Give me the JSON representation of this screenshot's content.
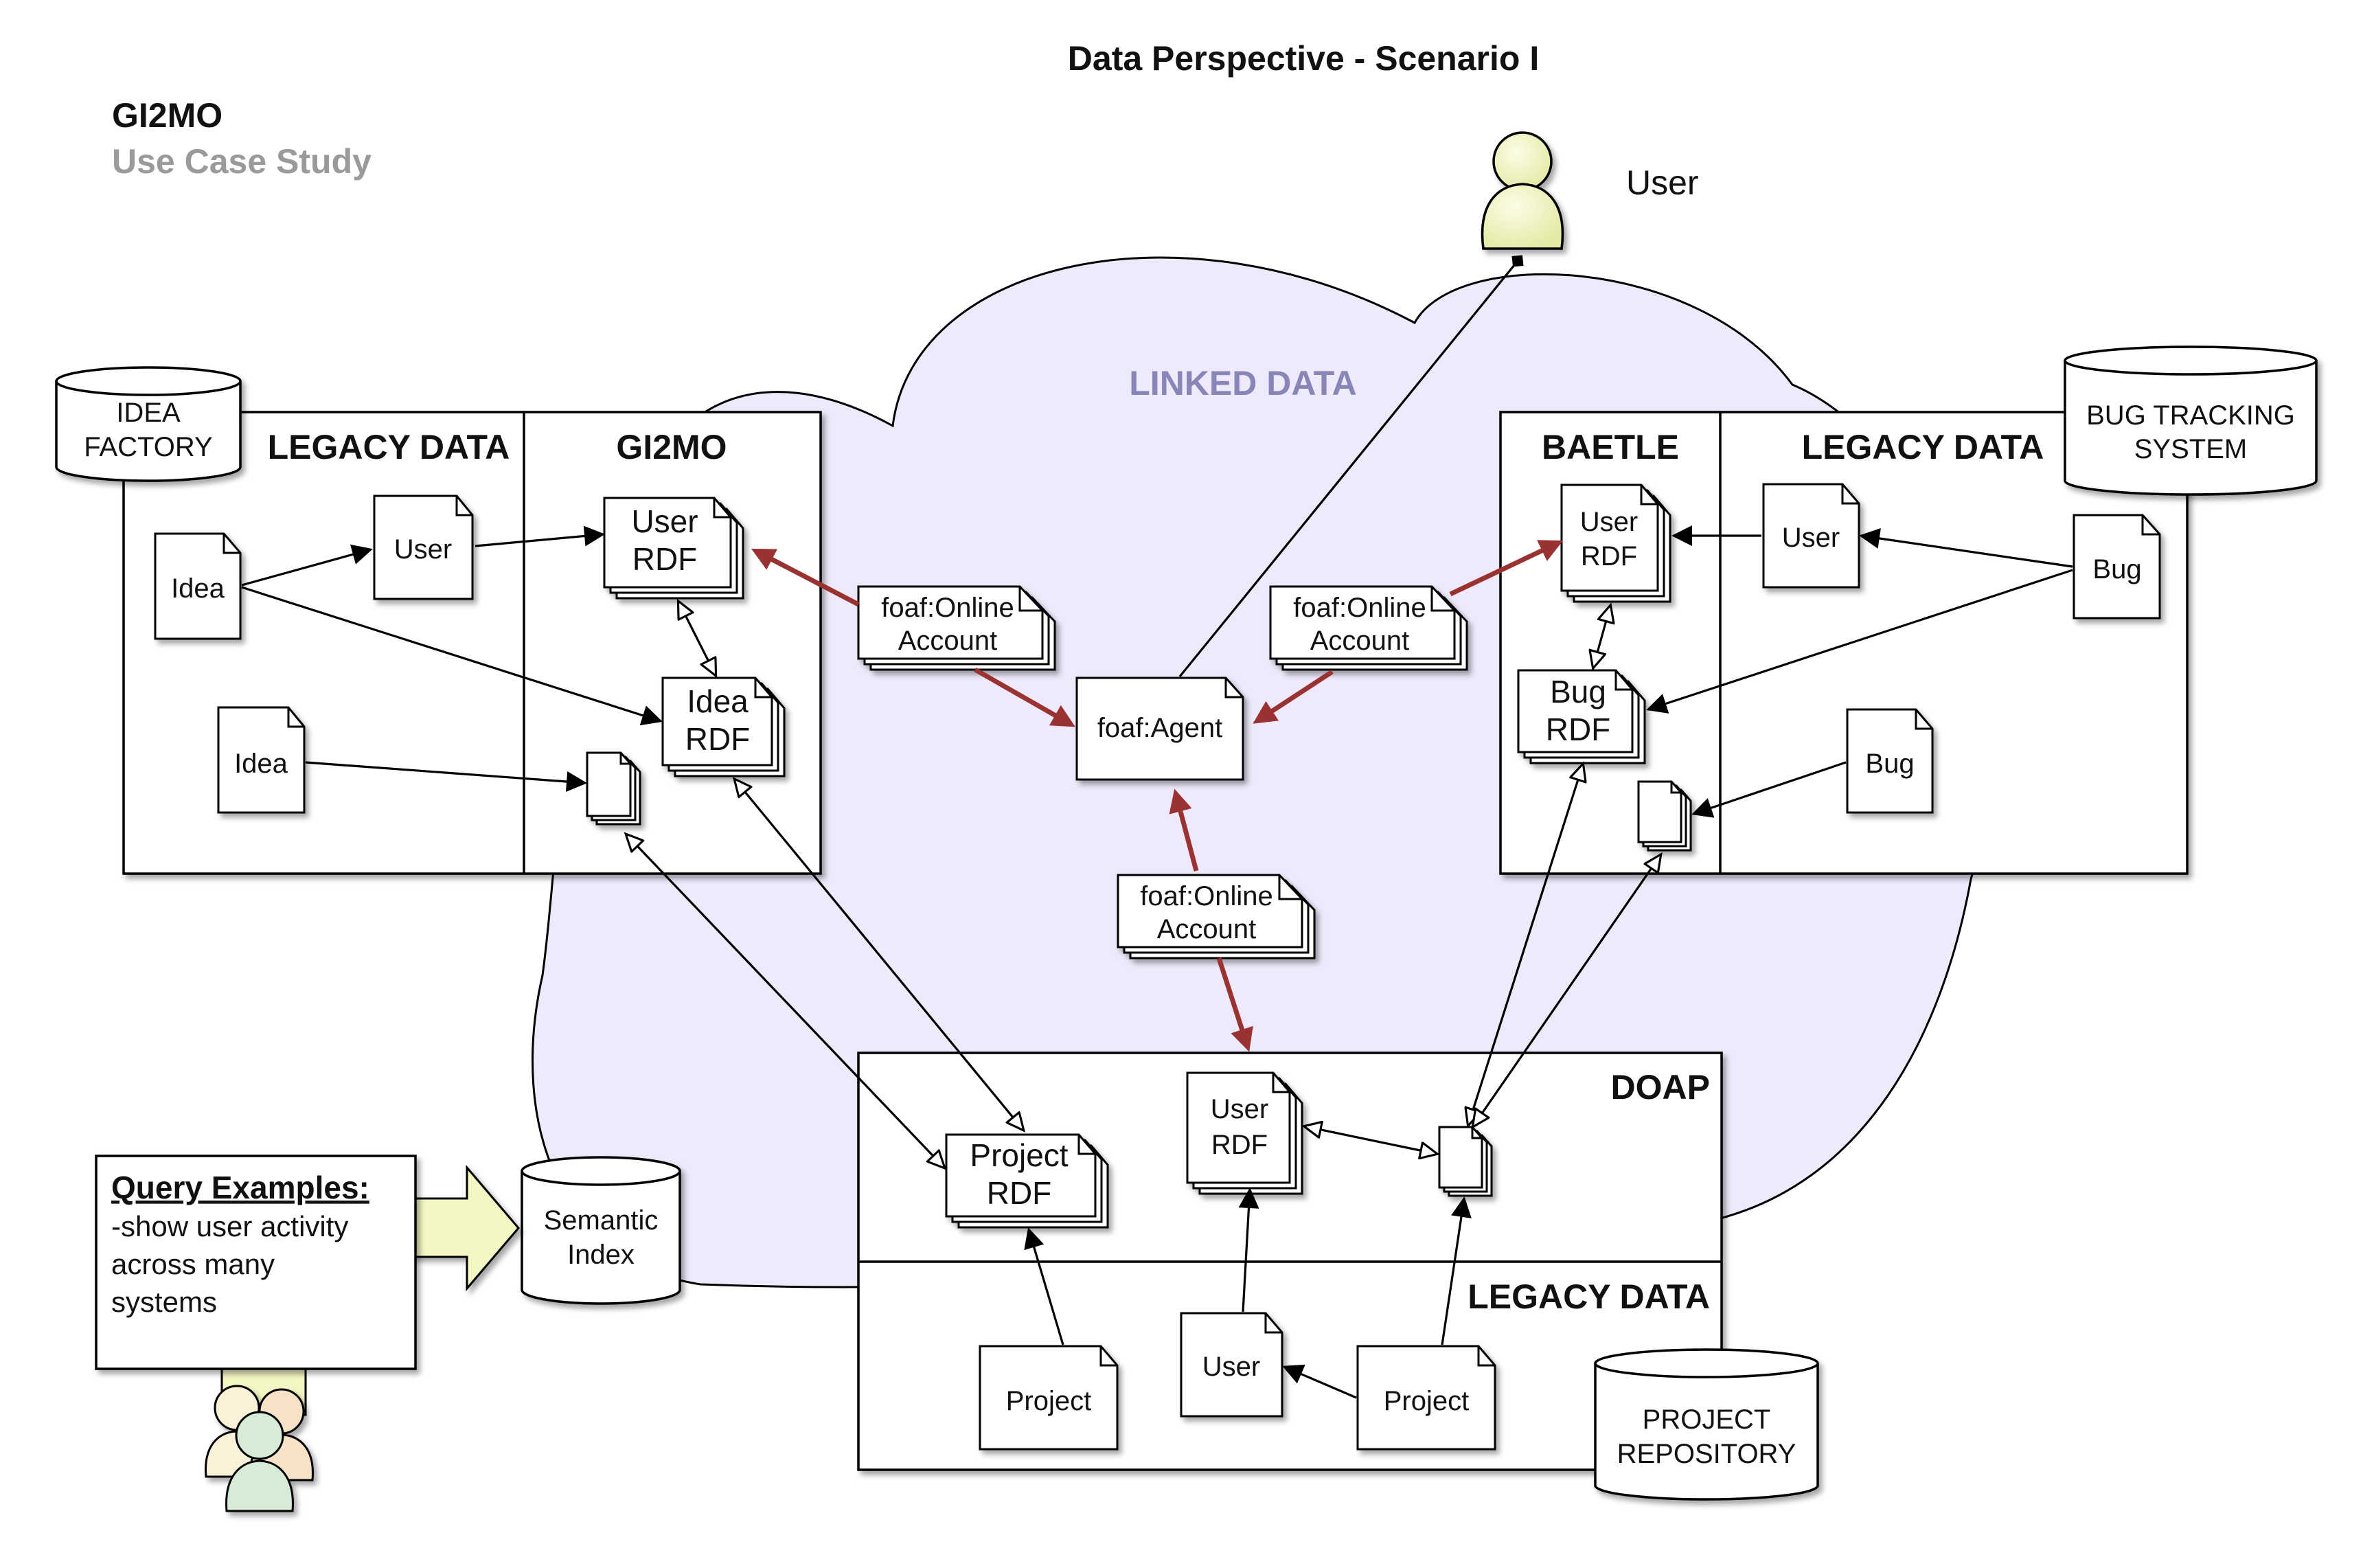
{
  "title": "Data Perspective - Scenario I",
  "project": {
    "name": "GI2MO",
    "subtitle": "Use Case Study"
  },
  "cloud_label": "LINKED DATA",
  "user_label": "User",
  "left_panel": {
    "legacy_title": "LEGACY DATA",
    "gi2mo_title": "GI2MO",
    "db_label": [
      "IDEA",
      "FACTORY"
    ],
    "docs": {
      "idea1": "Idea",
      "idea2": "Idea",
      "user": "User"
    },
    "rdf": {
      "user": [
        "User",
        "RDF"
      ],
      "idea": [
        "Idea",
        "RDF"
      ]
    }
  },
  "right_panel": {
    "baetle_title": "BAETLE",
    "legacy_title": "LEGACY DATA",
    "db_label": [
      "BUG TRACKING",
      "SYSTEM"
    ],
    "docs": {
      "user": "User",
      "bug1": "Bug",
      "bug2": "Bug"
    },
    "rdf": {
      "user": [
        "User",
        "RDF"
      ],
      "bug": [
        "Bug",
        "RDF"
      ]
    }
  },
  "center": {
    "agent": "foaf:Agent",
    "online_account": [
      "foaf:Online",
      "Account"
    ]
  },
  "bottom_panel": {
    "doap_title": "DOAP",
    "legacy_title": "LEGACY DATA",
    "db_label": [
      "PROJECT",
      "REPOSITORY"
    ],
    "rdf": {
      "project": [
        "Project",
        "RDF"
      ],
      "user": [
        "User",
        "RDF"
      ]
    },
    "docs": {
      "project1": "Project",
      "project2": "Project",
      "user": "User"
    }
  },
  "semantic_index": [
    "Semantic",
    "Index"
  ],
  "query": {
    "title": "Query Examples:",
    "lines": [
      "-show user activity",
      "across many",
      "systems"
    ]
  },
  "colors": {
    "cloud_fill": "#eeeafc",
    "cloud_label": "#8886b8",
    "red_link": "#9b3232",
    "user_fill": "#f4f6c4",
    "subtitle_grey": "#9a9a9a"
  }
}
